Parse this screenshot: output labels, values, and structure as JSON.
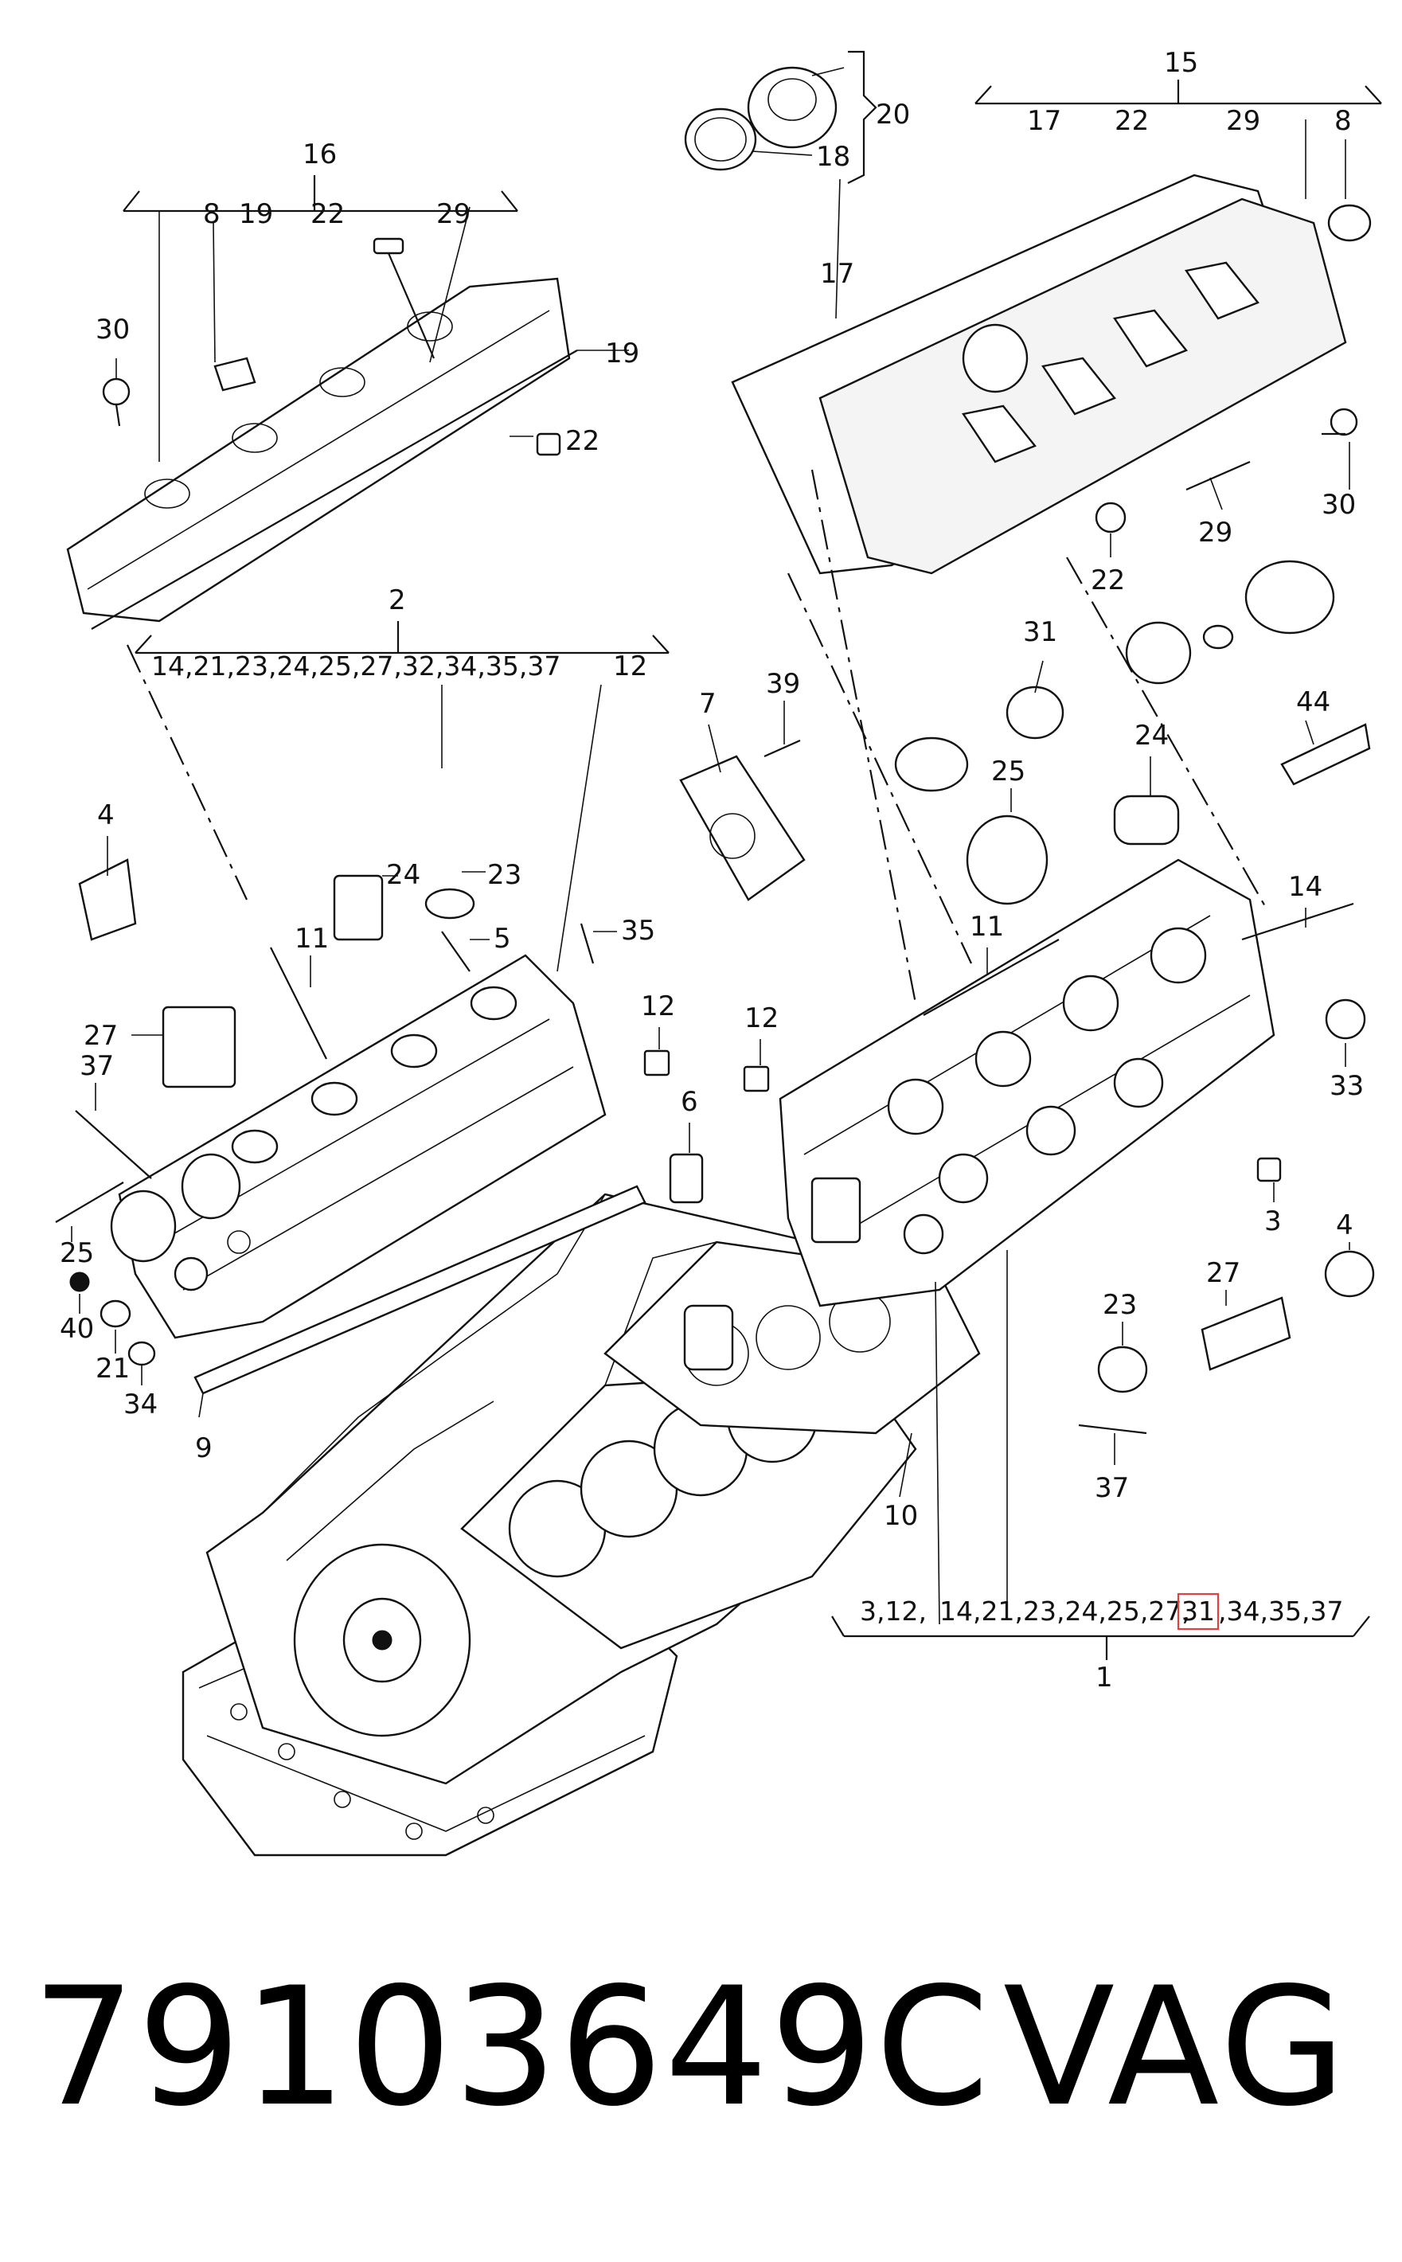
{
  "groups": {
    "g16": {
      "label": "16",
      "items": [
        "8",
        "19",
        "22",
        "29"
      ]
    },
    "g2": {
      "label": "2",
      "items": "14,21,23,24,25,27,32,34,35,37",
      "extra": "12"
    },
    "g15": {
      "label": "15",
      "items": [
        "17",
        "22",
        "29"
      ],
      "extra": "8"
    },
    "g1": {
      "label": "1",
      "prefix": "3,12,",
      "items_a": "14,21,23,24,25,27,",
      "highlight": "31",
      "items_b": ",34,35,37"
    }
  },
  "callouts": {
    "c20": "20",
    "c18": "18",
    "c30a": "30",
    "c19r": "19",
    "c22a": "22",
    "c17": "17",
    "c30b": "30",
    "c29b": "29",
    "c22b": "22",
    "c31": "31",
    "c44": "44",
    "c39": "39",
    "c7": "7",
    "c25a": "25",
    "c24a": "24",
    "c4a": "4",
    "c24b": "24",
    "c23a": "23",
    "c11a": "11",
    "c5": "5",
    "c35": "35",
    "c27a": "27",
    "c37a": "37",
    "c25b": "25",
    "c40": "40",
    "c21": "21",
    "c34": "34",
    "c12a": "12",
    "c12b": "12",
    "c6": "6",
    "c9": "9",
    "c11b": "11",
    "c14": "14",
    "c33": "33",
    "c3": "3",
    "c4b": "4",
    "c27b": "27",
    "c23b": "23",
    "c37b": "37",
    "c10": "10"
  },
  "footer": {
    "part_number": "79103649C",
    "brand": "VAG"
  },
  "colors": {
    "line": "#111111",
    "highlight": "#e04040",
    "background": "#ffffff"
  }
}
